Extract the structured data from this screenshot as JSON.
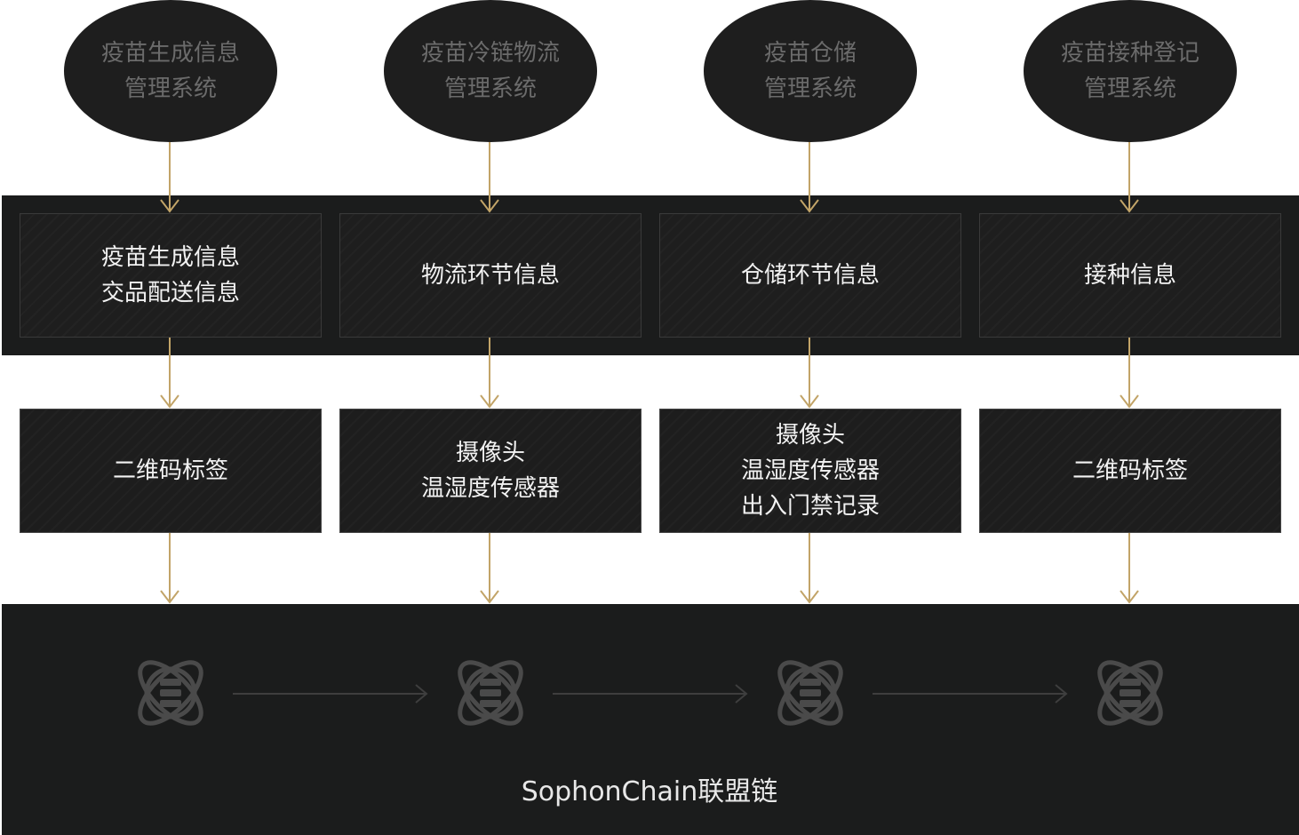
{
  "systems": [
    {
      "lines": [
        "疫苗生成信息",
        "管理系统"
      ]
    },
    {
      "lines": [
        "疫苗冷链物流",
        "管理系统"
      ]
    },
    {
      "lines": [
        "疫苗仓储",
        "管理系统"
      ]
    },
    {
      "lines": [
        "疫苗接种登记",
        "管理系统"
      ]
    }
  ],
  "info_boxes": [
    {
      "lines": [
        "疫苗生成信息",
        "交品配送信息"
      ]
    },
    {
      "lines": [
        "物流环节信息"
      ]
    },
    {
      "lines": [
        "仓储环节信息"
      ]
    },
    {
      "lines": [
        "接种信息"
      ]
    }
  ],
  "device_boxes": [
    {
      "lines": [
        "二维码标签"
      ]
    },
    {
      "lines": [
        "摄像头",
        "温湿度传感器"
      ]
    },
    {
      "lines": [
        "摄像头",
        "温湿度传感器",
        "出入门禁记录"
      ]
    },
    {
      "lines": [
        "二维码标签"
      ]
    }
  ],
  "chain": {
    "label": "SophonChain联盟链",
    "node_icon": "blockchain-node-icon"
  },
  "colors": {
    "arrow": "#c2a468",
    "dark": "#1b1c1c",
    "ellipse_text": "#6b6b6b",
    "icon": "#4a4a4a"
  }
}
